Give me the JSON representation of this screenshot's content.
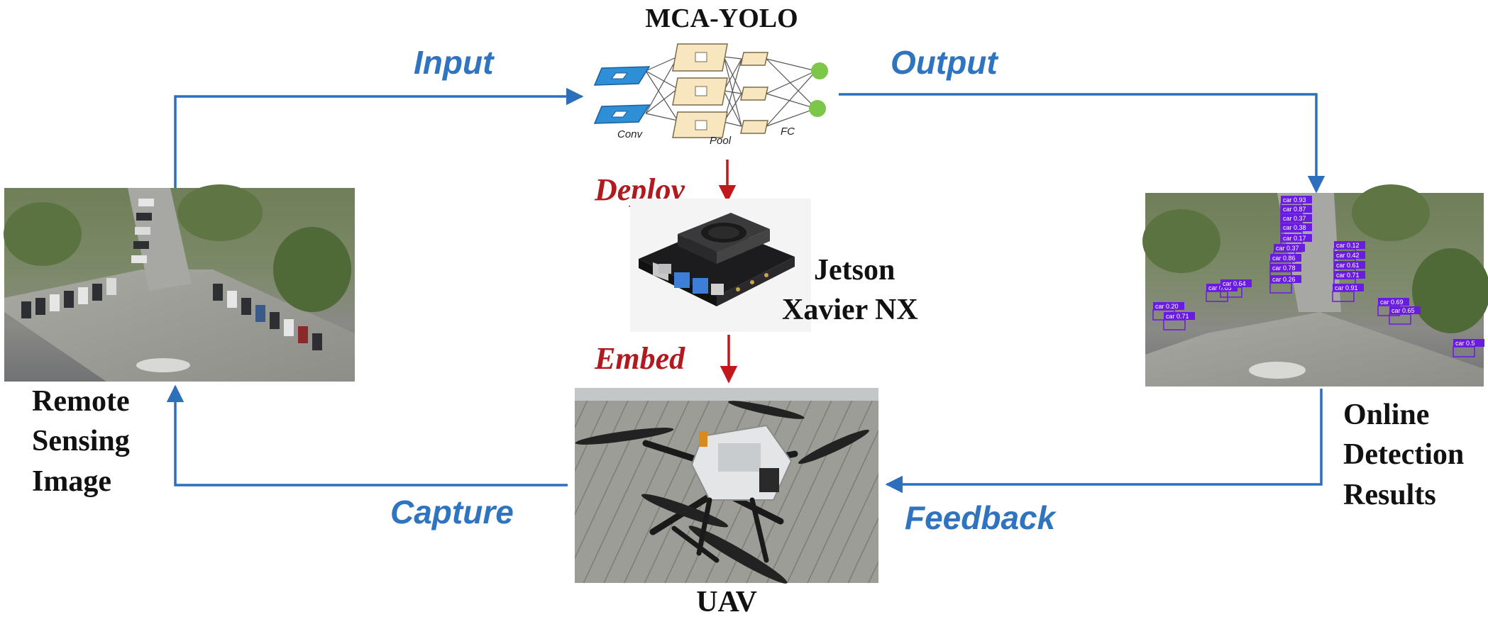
{
  "model": {
    "title": "MCA-YOLO",
    "layer_labels": [
      "Conv",
      "Pool",
      "FC"
    ]
  },
  "flow": {
    "input": "Input",
    "output": "Output",
    "capture": "Capture",
    "feedback": "Feedback",
    "deploy": "Deploy",
    "embed": "Embed"
  },
  "nodes": {
    "jetson_line1": "Jetson",
    "jetson_line2": "Xavier NX",
    "uav": "UAV",
    "remote_line1": "Remote",
    "remote_line2": "Sensing",
    "remote_line3": "Image",
    "online_line1": "Online",
    "online_line2": "Detection",
    "online_line3": "Results"
  },
  "detections": [
    "car 0.93",
    "car 0.87",
    "car 0.37",
    "car 0.38",
    "car 0.17",
    "car 0.37",
    "car 0.86",
    "car 0.78",
    "car 0.26",
    "car 0.12",
    "car 0.42",
    "car 0.61",
    "car 0.71",
    "car 0.91",
    "car 0.69",
    "car 0.65",
    "car 0.20",
    "car 0.71",
    "car 0.65",
    "car 0.64",
    "car 0.5"
  ],
  "colors": {
    "blue_label": "#2e74c0",
    "blue_arrow": "#2e6fbd",
    "red_label": "#b11a1f",
    "red_arrow": "#c0181c",
    "conv_blue": "#2f8fd6",
    "pool_fill": "#f8e6bf",
    "fc_green": "#7cc64a",
    "det_box": "#6a1be0"
  }
}
